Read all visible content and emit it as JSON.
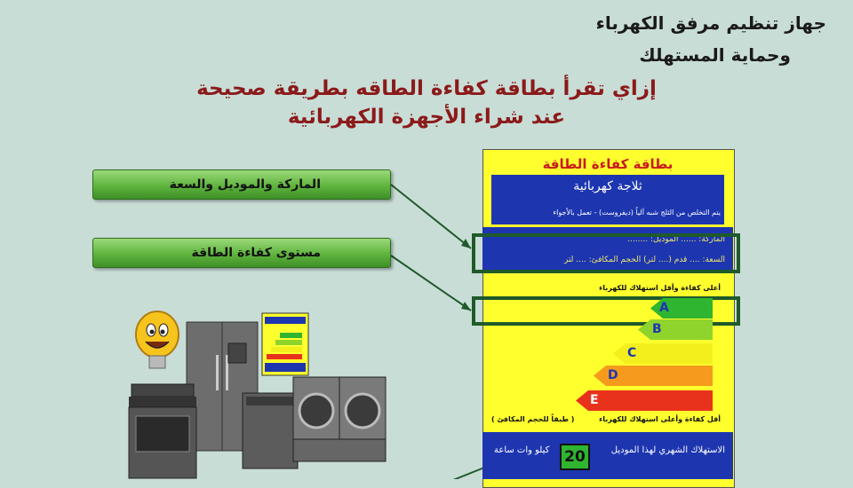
{
  "header": {
    "org_line1": "جهاز تنظيم مرفق الكهرباء",
    "org_line2": "وحماية المستهلك",
    "title_line1": "إزاي تقرأ بطاقة كفاءة الطاقه بطريقة صحيحة",
    "title_line2": "عند شراء الأجهزة الكهربائية"
  },
  "labels": {
    "brand_model_capacity": "الماركة والموديل والسعة",
    "efficiency_level": "مستوى كفاءة الطاقة"
  },
  "card": {
    "title": "بطاقة كفاءة الطاقة",
    "appliance": "ثلاجة كهربائية",
    "defrost_note": "يتم التخلص من الثلج شبه آلياً (ديفروست) - تعمل بالأجواء",
    "brand_model": "الماركة: ......     الموديل: ........",
    "capacity_volume": "السعة: .... قدم (.... لتر)     الحجم المكافئ: .... لتر",
    "scale_top": "أعلى كفاءة وأقل استهلاك للكهرباء",
    "classes": [
      "A",
      "B",
      "C",
      "D",
      "E"
    ],
    "scale_bottom": "أقل كفاءة وأعلى استهلاك للكهرباء",
    "scale_bottom_note": "( طبقاً للحجم المكافئ )",
    "consumption_label": "الاستهلاك الشهري لهذا الموديل",
    "consumption_value": "20",
    "consumption_unit": "كيلو وات ساعة",
    "colors": {
      "A": "#2fb52f",
      "B": "#8fd42c",
      "C": "#f2ef1c",
      "D": "#f59a1c",
      "E": "#e8321c"
    }
  }
}
